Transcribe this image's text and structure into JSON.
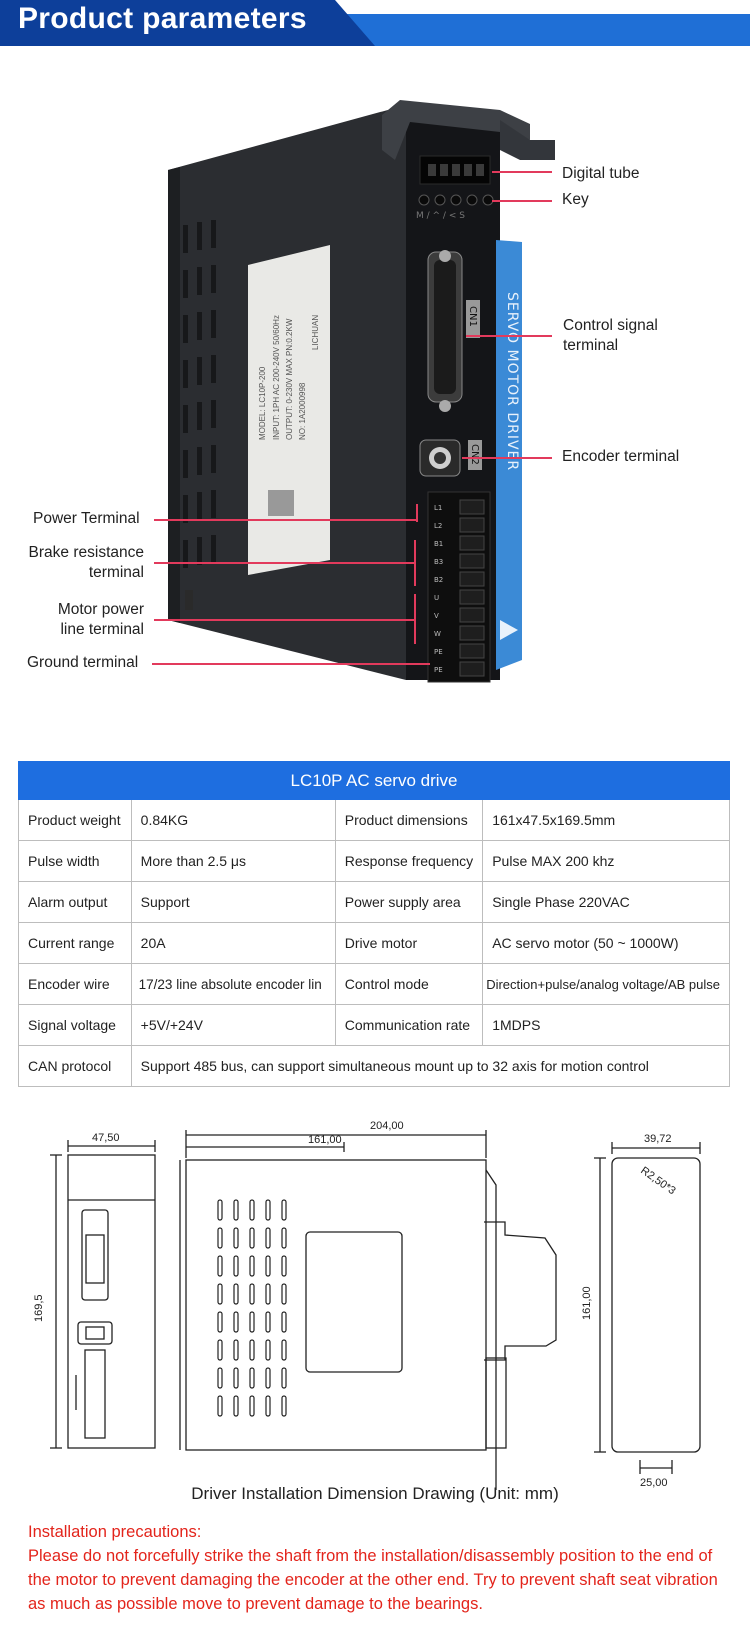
{
  "header": {
    "title": "Product parameters"
  },
  "callouts": {
    "digital_tube": "Digital tube",
    "key": "Key",
    "control_signal_1": "Control signal",
    "control_signal_2": "terminal",
    "encoder": "Encoder terminal",
    "power": "Power Terminal",
    "brake_1": "Brake resistance",
    "brake_2": "terminal",
    "motor_1": "Motor power",
    "motor_2": "line terminal",
    "ground": "Ground terminal"
  },
  "device": {
    "side_label": "SERVO MOTOR DRIVER",
    "cn1": "CN1",
    "cn2": "CN2",
    "panel_keys": "M / ^ / <  S",
    "terminal_labels": [
      "L1",
      "L2",
      "B1",
      "B3",
      "B2",
      "U",
      "V",
      "W",
      "PE",
      "PE"
    ],
    "sticker_model": "MODEL: LC10P-200",
    "sticker_brand": "LICHUAN",
    "sticker_input": "INPUT: 1PH AC 200-240V 50/60Hz",
    "sticker_output": "OUTPUT: 0-230V MAX PN:0.2KW",
    "sticker_no": "NO: 1A2000998"
  },
  "spec_table": {
    "title": "LC10P AC servo drive",
    "rows": [
      [
        "Product weight",
        "0.84KG",
        "Product dimensions",
        "161x47.5x169.5mm"
      ],
      [
        "Pulse width",
        "More than 2.5 μs",
        "Response frequency",
        "Pulse MAX 200 khz"
      ],
      [
        "Alarm output",
        "Support",
        "Power supply area",
        "Single Phase 220VAC"
      ],
      [
        "Current range",
        "20A",
        "Drive motor",
        "AC servo motor (50 ~ 1000W)"
      ],
      [
        "Encoder wire",
        "17/23 line absolute encoder lin",
        "Control mode",
        "Direction+pulse/analog voltage/AB pulse"
      ],
      [
        "Signal voltage",
        "+5V/+24V",
        "Communication rate",
        "1MDPS"
      ]
    ],
    "can_label": "CAN protocol",
    "can_value": "Support 485 bus, can support simultaneous mount up to 32 axis for motion control"
  },
  "dimensions": {
    "front_width": "47,50",
    "front_height": "169,5",
    "side_total": "204,00",
    "side_body": "161,00",
    "rear_width": "39,72",
    "rear_radius": "R2,50*3",
    "rear_height": "161,00",
    "rear_bottom": "25,00",
    "caption": "Driver Installation Dimension Drawing (Unit: mm)"
  },
  "precautions": {
    "title": "Installation precautions:",
    "body": "Please do not forcefully strike the shaft from the installation/disassembly position to the end of the motor to prevent damaging the encoder at the other end. Try to prevent shaft seat vibration as much as possible move to prevent damage to the bearings."
  },
  "colors": {
    "banner_blue": "#1f6fd6",
    "banner_dark": "#0d3f9a",
    "table_head": "#1e6ee0",
    "lead": "#e23a5c",
    "warning_red": "#e3241b"
  }
}
